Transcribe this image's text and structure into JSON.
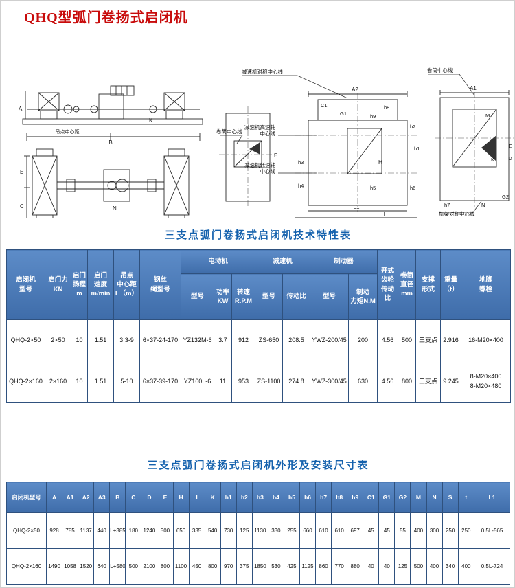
{
  "page": {
    "title": "QHQ型弧门卷扬式启闭机"
  },
  "diagram": {
    "left": {
      "dim_a": "A",
      "dim_b": "B",
      "dim_k": "K",
      "dim_e": "E",
      "dim_c": "C",
      "dim_n": "N",
      "hang_center": "吊点中心距"
    },
    "right": {
      "callout_reducer_symmetry": "减速机对称中心线",
      "callout_drum_center_top": "卷筒中心线",
      "callout_drum_center_left": "卷筒中心线",
      "callout_high_speed_1": "减速机高速轴",
      "callout_high_speed_2": "中心线",
      "callout_low_speed_1": "减速机低速轴",
      "callout_low_speed_2": "中心线",
      "callout_frame_symmetry": "机架对称中心线",
      "dim_a1": "A1",
      "dim_a2": "A2",
      "dim_c1": "C1",
      "dim_g1": "G1",
      "dim_g2": "G2",
      "dim_h": "H",
      "dim_e": "E",
      "dim_e2": "E",
      "dim_d": "D",
      "dim_m": "M",
      "dim_k": "K",
      "dim_n": "N",
      "dim_l": "L",
      "dim_l1": "L1",
      "dim_h1": "h1",
      "dim_h2": "h2",
      "dim_h3": "h3",
      "dim_h4": "h4",
      "dim_h5": "h5",
      "dim_h6": "h6",
      "dim_h7": "h7",
      "dim_h8": "h8",
      "dim_h9": "h9"
    }
  },
  "table1": {
    "title": "三支点弧门卷扬式启闭机技术特性表",
    "headers": {
      "model": "启闭机\n型号",
      "force": "启门力\nKN",
      "lift": "启门\n扬程\nm",
      "speed": "启门\n速度\nm/min",
      "span": "吊点\n中心距\nL（m）",
      "rope": "钢丝\n绳型号",
      "motor_group": "电动机",
      "motor_model": "型号",
      "motor_power": "功率\nKW",
      "motor_rpm": "转速\nR.P.M",
      "reducer_group": "减速机",
      "reducer_model": "型号",
      "reducer_ratio": "传动比",
      "brake_group": "制动器",
      "brake_model": "型号",
      "brake_torque": "制动\n力矩N.M",
      "open_gear": "开式\n齿轮\n传动比",
      "drum_dia": "卷筒\n直径\nmm",
      "support": "支撑\n形式",
      "weight": "重量\n（t）",
      "anchor": "地脚\n螺栓"
    },
    "rows": [
      [
        "QHQ-2×50",
        "2×50",
        "10",
        "1.51",
        "3.3-9",
        "6×37-24-170",
        "YZ132M-6",
        "3.7",
        "912",
        "ZS-650",
        "208.5",
        "YWZ-200/45",
        "200",
        "4.56",
        "500",
        "三支点",
        "2.916",
        "16-M20×400"
      ],
      [
        "QHQ-2×160",
        "2×160",
        "10",
        "1.51",
        "5-10",
        "6×37-39-170",
        "YZ160L-6",
        "11",
        "953",
        "ZS-1100",
        "274.8",
        "YWZ-300/45",
        "630",
        "4.56",
        "800",
        "三支点",
        "9.245",
        [
          "8-M20×400",
          "8-M20×480"
        ]
      ]
    ]
  },
  "table2": {
    "title": "三支点弧门卷扬式启闭机外形及安装尺寸表",
    "headers": [
      "启闭机型号",
      "A",
      "A1",
      "A2",
      "A3",
      "B",
      "C",
      "D",
      "E",
      "H",
      "I",
      "K",
      "h1",
      "h2",
      "h3",
      "h4",
      "h5",
      "h6",
      "h7",
      "h8",
      "h9",
      "C1",
      "G1",
      "G2",
      "M",
      "N",
      "S",
      "t",
      "L1"
    ],
    "rows": [
      [
        "QHQ-2×50",
        "928",
        "785",
        "1137",
        "440",
        "L+385",
        "180",
        "1240",
        "500",
        "650",
        "335",
        "540",
        "730",
        "125",
        "1130",
        "330",
        "255",
        "660",
        "610",
        "610",
        "697",
        "45",
        "45",
        "55",
        "400",
        "300",
        "250",
        "250",
        "0.5L-565"
      ],
      [
        "QHQ-2×160",
        "1490",
        "1058",
        "1520",
        "640",
        "L+580",
        "500",
        "2100",
        "800",
        "1100",
        "450",
        "800",
        "970",
        "375",
        "1850",
        "530",
        "425",
        "1125",
        "860",
        "770",
        "880",
        "40",
        "40",
        "125",
        "500",
        "400",
        "340",
        "400",
        "0.5L-724"
      ]
    ]
  }
}
